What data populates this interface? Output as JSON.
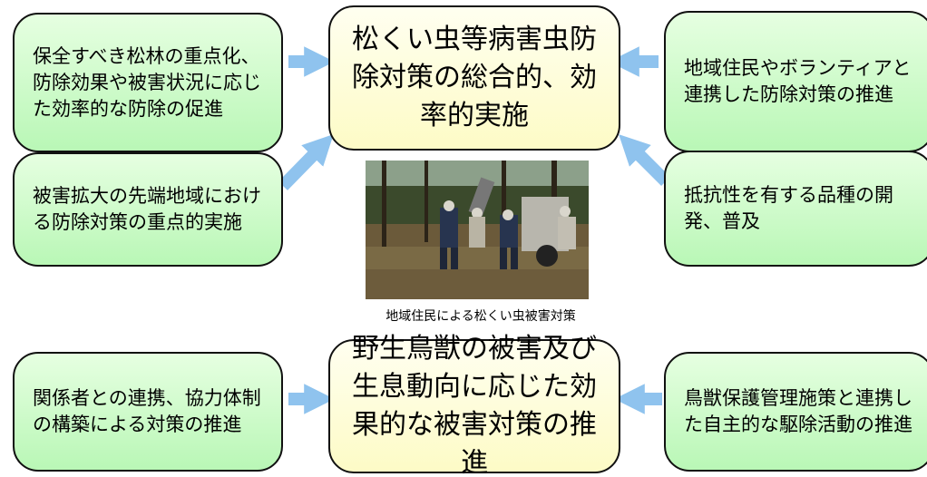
{
  "top_group": {
    "center_title": "松くい虫等病害虫防除対策の総合的、効率的実施",
    "left_top": "保全すべき松林の重点化、防除効果や被害状況に応じた効率的な防除の促進",
    "left_bottom": "被害拡大の先端地域における防除対策の重点的実施",
    "right_top": "地域住民やボランティアと連携した防除対策の推進",
    "right_bottom": "抵抗性を有する品種の開発、普及"
  },
  "photo": {
    "caption": "地域住民による松くい虫被害対策"
  },
  "bottom_group": {
    "center_title": "野生鳥獣の被害及び生息動向に応じた効果的な被害対策の推進",
    "left": "関係者との連携、協力体制の構築による対策の推進",
    "right": "鳥獣保護管理施策と連携した自主的な駆除活動の推進"
  },
  "colors": {
    "side_box": "#b9f7b6",
    "center_box": "#fdfbc6",
    "arrow": "#8fc3ee"
  }
}
